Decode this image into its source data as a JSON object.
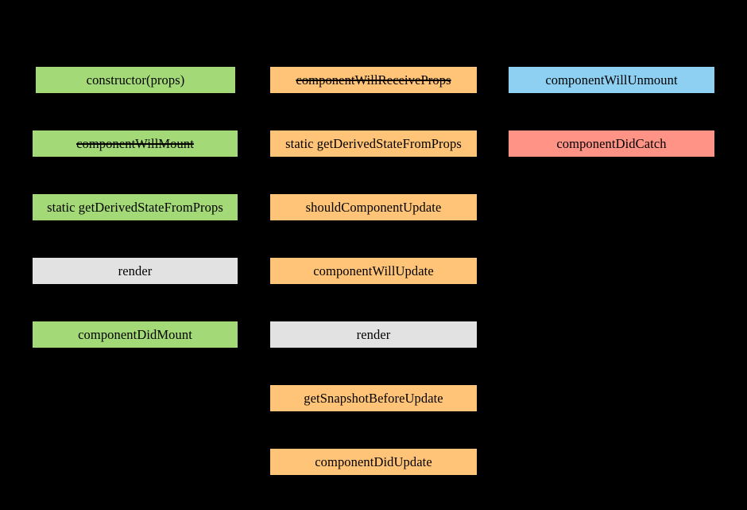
{
  "diagram": {
    "type": "react-lifecycle-methods",
    "background_color": "#000000",
    "legend_colors": {
      "mounting_green": "#a3d977",
      "updating_orange": "#ffc477",
      "render_gray": "#e2e2e2",
      "unmount_blue": "#8ed0f2",
      "error_red": "#ff9386"
    },
    "columns": [
      {
        "name": "mounting",
        "boxes": [
          {
            "label": "constructor(props)",
            "color": "#a3d977",
            "deprecated": false
          },
          {
            "label": "componentWillMount",
            "color": "#a3d977",
            "deprecated": true
          },
          {
            "label": "static getDerivedStateFromProps",
            "color": "#a3d977",
            "deprecated": false
          },
          {
            "label": "render",
            "color": "#e2e2e2",
            "deprecated": false
          },
          {
            "label": "componentDidMount",
            "color": "#a3d977",
            "deprecated": false
          }
        ]
      },
      {
        "name": "updating",
        "boxes": [
          {
            "label": "componentWillReceiveProps",
            "color": "#ffc477",
            "deprecated": true
          },
          {
            "label": "static getDerivedStateFromProps",
            "color": "#ffc477",
            "deprecated": false
          },
          {
            "label": "shouldComponentUpdate",
            "color": "#ffc477",
            "deprecated": false
          },
          {
            "label": "componentWillUpdate",
            "color": "#ffc477",
            "deprecated": false
          },
          {
            "label": "render",
            "color": "#e2e2e2",
            "deprecated": false
          },
          {
            "label": "getSnapshotBeforeUpdate",
            "color": "#ffc477",
            "deprecated": false
          },
          {
            "label": "componentDidUpdate",
            "color": "#ffc477",
            "deprecated": false
          }
        ]
      },
      {
        "name": "unmounting-and-errors",
        "boxes": [
          {
            "label": "componentWillUnmount",
            "color": "#8ed0f2",
            "deprecated": false
          },
          {
            "label": "componentDidCatch",
            "color": "#ff9386",
            "deprecated": false
          }
        ]
      }
    ]
  }
}
